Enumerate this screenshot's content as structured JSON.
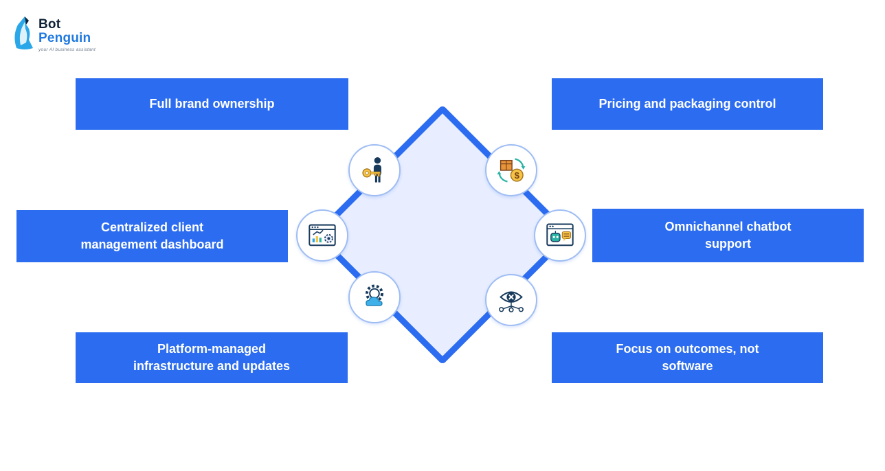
{
  "logo": {
    "brand_top": "Bot",
    "brand_bottom": "Penguin",
    "tagline": "your AI business assistant"
  },
  "benefits": {
    "top_left": "Full brand ownership",
    "top_right": "Pricing and packaging control",
    "mid_left": "Centralized client\nmanagement dashboard",
    "mid_right": "Omnichannel chatbot\nsupport",
    "bottom_left": "Platform-managed\ninfrastructure and updates",
    "bottom_right": "Focus on outcomes, not\nsoftware"
  },
  "icons": {
    "top_left": "person-with-key-icon",
    "top_right": "package-dollar-exchange-icon",
    "mid_left": "dashboard-window-icon",
    "mid_right": "chatbot-window-icon",
    "bottom_left": "cloud-gear-icon",
    "bottom_right": "network-eye-icon"
  },
  "colors": {
    "accent_blue": "#2b6cf0",
    "diamond_fill": "#e8eeff",
    "logo_dark": "#0d2137",
    "logo_blue": "#2079e0"
  }
}
